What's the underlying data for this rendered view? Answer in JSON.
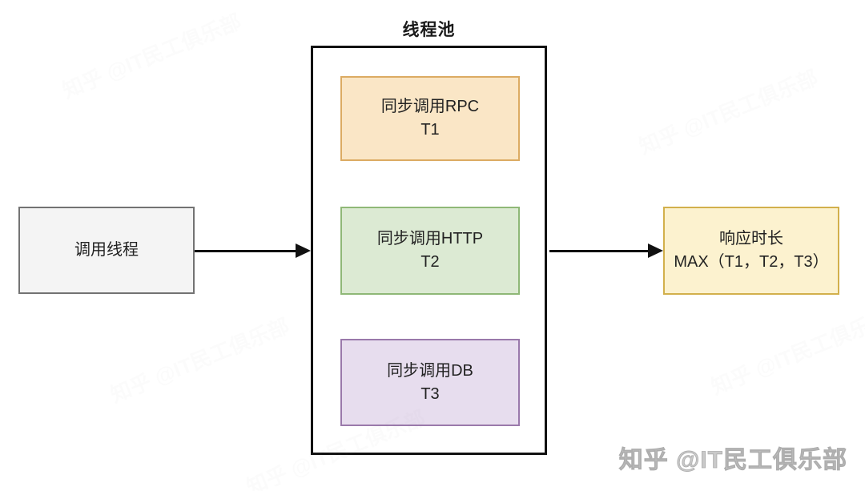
{
  "diagram": {
    "title": "线程池",
    "nodes": {
      "caller": {
        "label": "调用线程"
      },
      "rpc": {
        "line1": "同步调用RPC",
        "line2": "T1"
      },
      "http": {
        "line1": "同步调用HTTP",
        "line2": "T2"
      },
      "db": {
        "line1": "同步调用DB",
        "line2": "T3"
      },
      "response": {
        "line1": "响应时长",
        "line2": "MAX（T1，T2，T3）"
      }
    },
    "watermark": "知乎 @IT民工俱乐部"
  },
  "colors": {
    "caller_fill": "#f4f4f4",
    "caller_border": "#737373",
    "rpc_fill": "#fae6c6",
    "rpc_border": "#dcab63",
    "http_fill": "#dcead3",
    "http_border": "#8fb877",
    "db_fill": "#e7ddee",
    "db_border": "#9a79ab",
    "response_fill": "#fcf2cf",
    "response_border": "#d2b04c",
    "pool_border": "#111111",
    "arrow": "#111111",
    "text": "#222222",
    "watermark_text": "#c9c9c9"
  }
}
